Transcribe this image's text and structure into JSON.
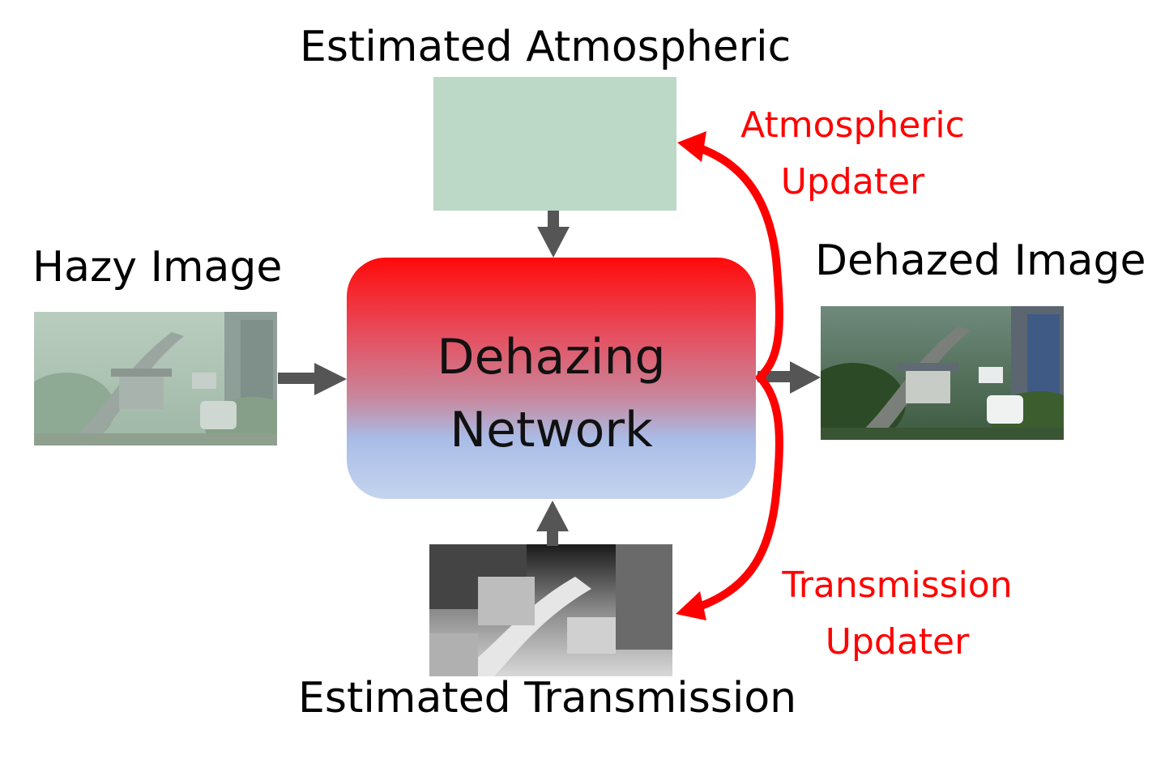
{
  "labels": {
    "estimated_atmospheric": "Estimated Atmospheric",
    "hazy_image": "Hazy Image",
    "dehazed_image": "Dehazed Image",
    "estimated_transmission": "Estimated Transmission",
    "atmospheric_updater_line1": "Atmospheric",
    "atmospheric_updater_line2": "Updater",
    "transmission_updater_line1": "Transmission",
    "transmission_updater_line2": "Updater"
  },
  "network": {
    "line1": "Dehazing",
    "line2": "Network"
  },
  "colors": {
    "updater_red": "#ff0000",
    "arrow_gray": "#555555",
    "atmospheric_fill": "#bcd8c6"
  }
}
